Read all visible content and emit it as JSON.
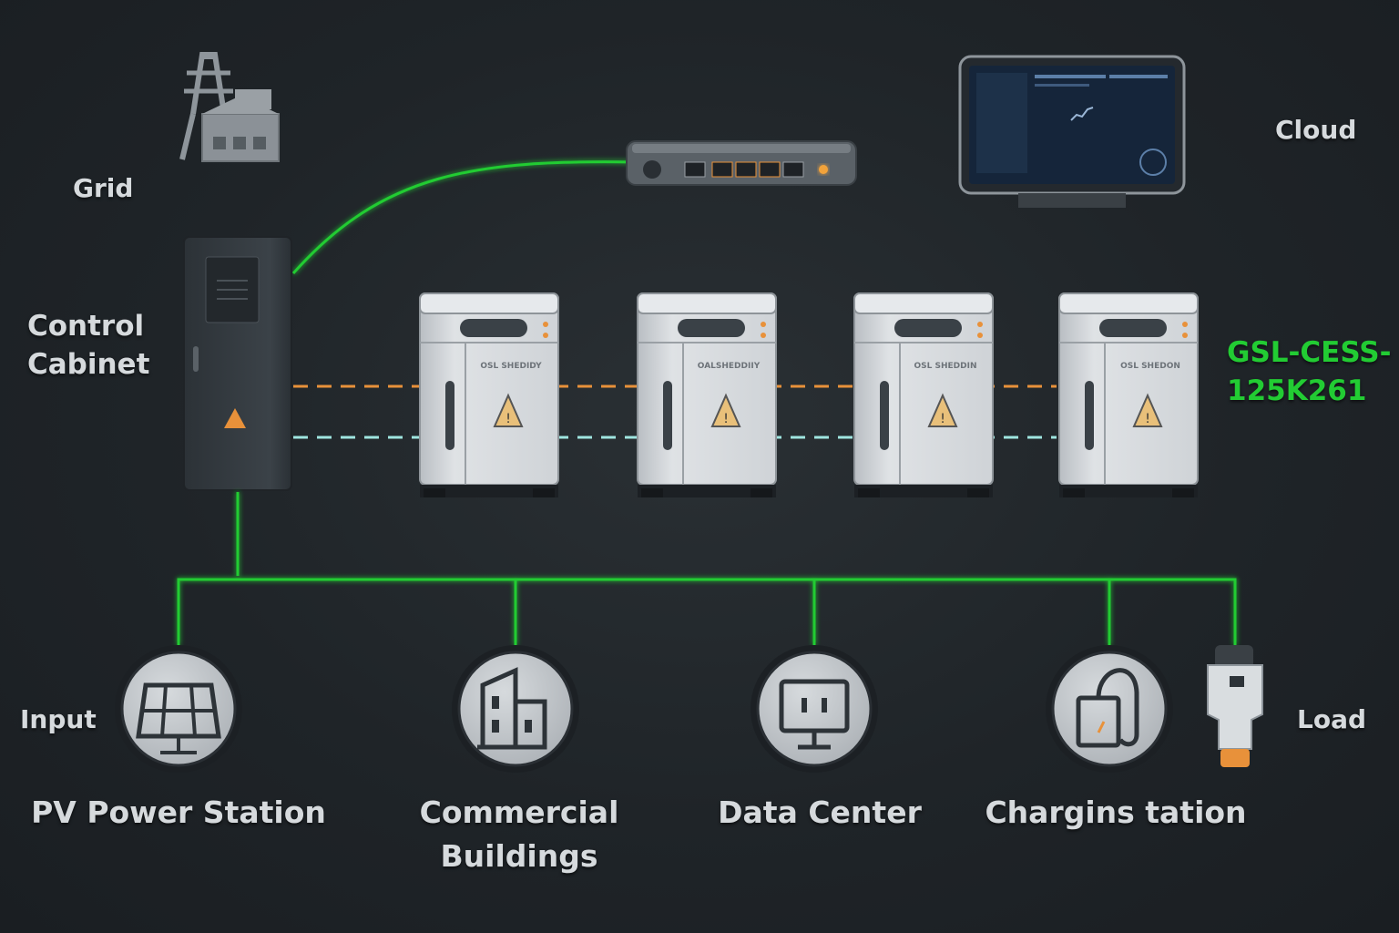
{
  "labels": {
    "grid": "Grid",
    "control_cabinet_line1": "Control",
    "control_cabinet_line2": "Cabinet",
    "cloud": "Cloud",
    "input": "Input",
    "load": "Load"
  },
  "model_line1": "GSL-CESS-",
  "model_line2": "125K261",
  "cabinet_badges": [
    "OSL SHEDIDY",
    "OALSHEDDIIY",
    "OSL SHEDDIN",
    "OSL SHEDON"
  ],
  "destinations": [
    {
      "label_line1": "PV Power Station",
      "label_line2": "",
      "icon": "solar-panel-icon"
    },
    {
      "label_line1": "Commercial",
      "label_line2": "Buildings",
      "icon": "building-icon"
    },
    {
      "label_line1": "Data Center",
      "label_line2": "",
      "icon": "monitor-icon"
    },
    {
      "label_line1": "Chargins tation",
      "label_line2": "",
      "icon": "charging-station-icon"
    }
  ],
  "colors": {
    "power_line": "#22cc33",
    "dc_bus": "#e8913a",
    "comm_bus": "#9fe6e0",
    "cabinet_body": "#d3d7db",
    "control_cabinet": "#353c42"
  }
}
